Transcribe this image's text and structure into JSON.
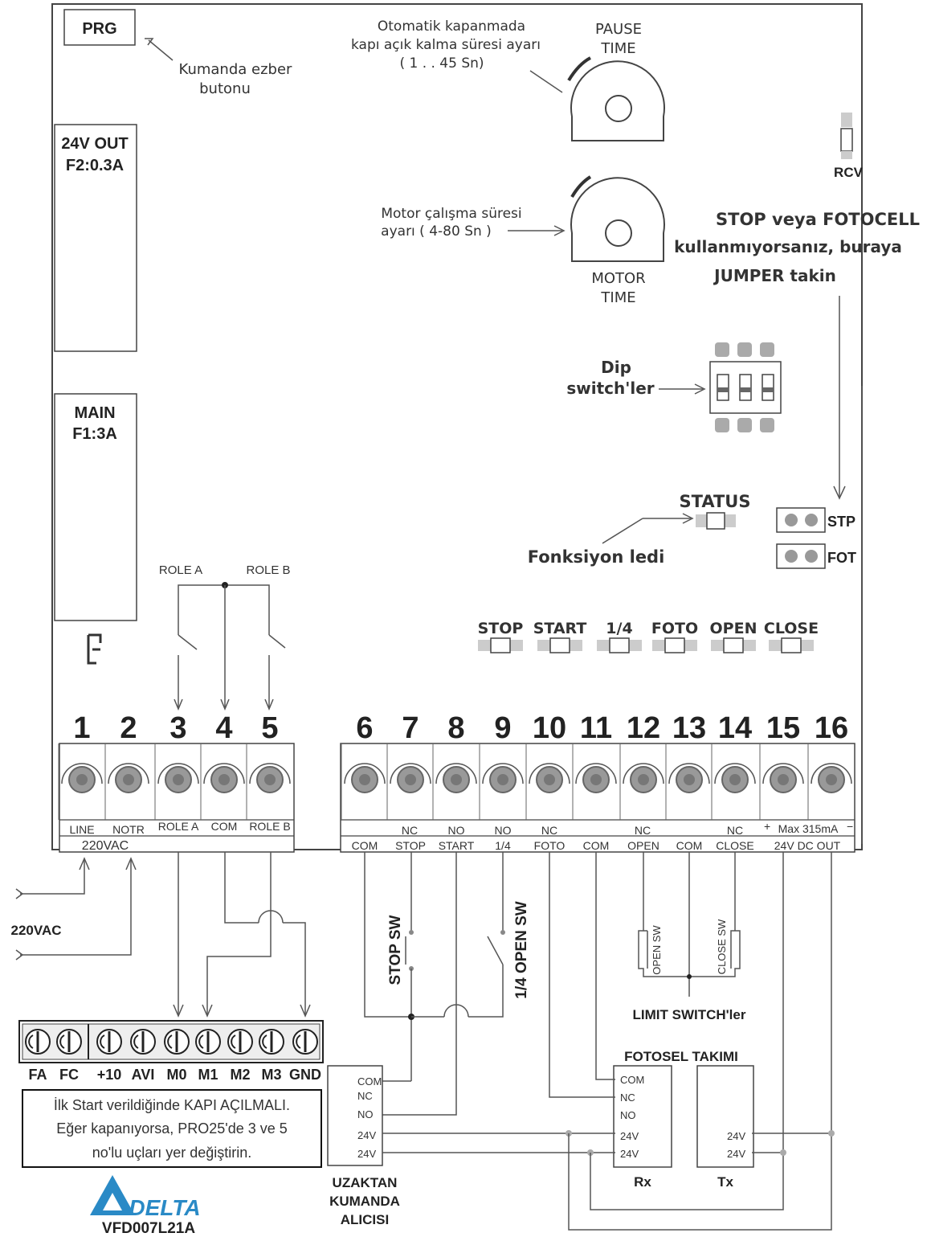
{
  "buttons": {
    "prg": "PRG"
  },
  "annotations": {
    "prg_note": [
      "Kumanda ezber",
      "butonu"
    ],
    "pause_note": [
      "Otomatik kapanmada",
      "kapı açık kalma süresi ayarı",
      "( 1 . . 45 Sn)"
    ],
    "motor_note": [
      "Motor çalışma süresi",
      "ayarı ( 4-80 Sn )"
    ],
    "jumper_note": [
      "STOP veya FOTOCELL",
      "kullanmıyorsanız, buraya",
      "JUMPER takin"
    ],
    "dip_note": [
      "Dip",
      "switch'ler"
    ],
    "led_note": "Fonksiyon ledi",
    "status": "STATUS",
    "rcv": "RCV",
    "warning": [
      "İlk Start verildiğinde KAPI AÇILMALI.",
      "Eğer kapanıyorsa, PRO25'de 3 ve 5",
      "no'lu uçları yer değiştirin."
    ]
  },
  "knobs": {
    "pause": [
      "PAUSE",
      "TIME"
    ],
    "motor": [
      "MOTOR",
      "TIME"
    ]
  },
  "fuses": {
    "out24": [
      "24V OUT",
      "F2:0.3A"
    ],
    "main": [
      "MAIN",
      "F1:3A"
    ]
  },
  "jumpers": {
    "stp": "STP",
    "fot": "FOT"
  },
  "leds": [
    "STOP",
    "START",
    "1/4",
    "FOTO",
    "OPEN",
    "CLOSE"
  ],
  "relays": {
    "a": "ROLE A",
    "b": "ROLE B"
  },
  "terminals": [
    "1",
    "2",
    "3",
    "4",
    "5",
    "6",
    "7",
    "8",
    "9",
    "10",
    "11",
    "12",
    "13",
    "14",
    "15",
    "16"
  ],
  "terminal_labels_top": {
    "line": "LINE",
    "notr": "NOTR",
    "role_a": "ROLE A",
    "com": "COM",
    "role_b": "ROLE B",
    "nc7": "NC",
    "no8": "NO",
    "no9": "NO",
    "nc10": "NC",
    "nc12": "NC",
    "nc14": "NC",
    "max": "Max 315mA"
  },
  "terminal_labels_bottom": {
    "vac": "220VAC",
    "com6": "COM",
    "stop": "STOP",
    "start": "START",
    "quarter": "1/4",
    "foto": "FOTO",
    "com11": "COM",
    "open": "OPEN",
    "com13": "COM",
    "close": "CLOSE",
    "dcout": "24V DC OUT"
  },
  "switches": {
    "stop_sw": "STOP SW",
    "open_sw": "1/4 OPEN SW",
    "limit_open": "OPEN SW",
    "limit_close": "CLOSE SW",
    "limit": "LIMIT SWITCH'ler"
  },
  "mains": "220VAC",
  "receiver": {
    "pins": [
      "COM",
      "NC",
      "NO",
      "24V",
      "24V"
    ],
    "title": [
      "UZAKTAN",
      "KUMANDA",
      "ALICISI"
    ]
  },
  "photocell": {
    "title": "FOTOSEL TAKIMI",
    "rx_pins": [
      "COM",
      "NC",
      "NO",
      "24V",
      "24V"
    ],
    "tx_pins": [
      "24V",
      "24V"
    ],
    "rx": "Rx",
    "tx": "Tx"
  },
  "inverter": {
    "terminals": [
      "FA",
      "FC",
      "+10",
      "AVI",
      "M0",
      "M1",
      "M2",
      "M3",
      "GND"
    ],
    "brand": "DELTA",
    "model": "VFD007L21A"
  }
}
